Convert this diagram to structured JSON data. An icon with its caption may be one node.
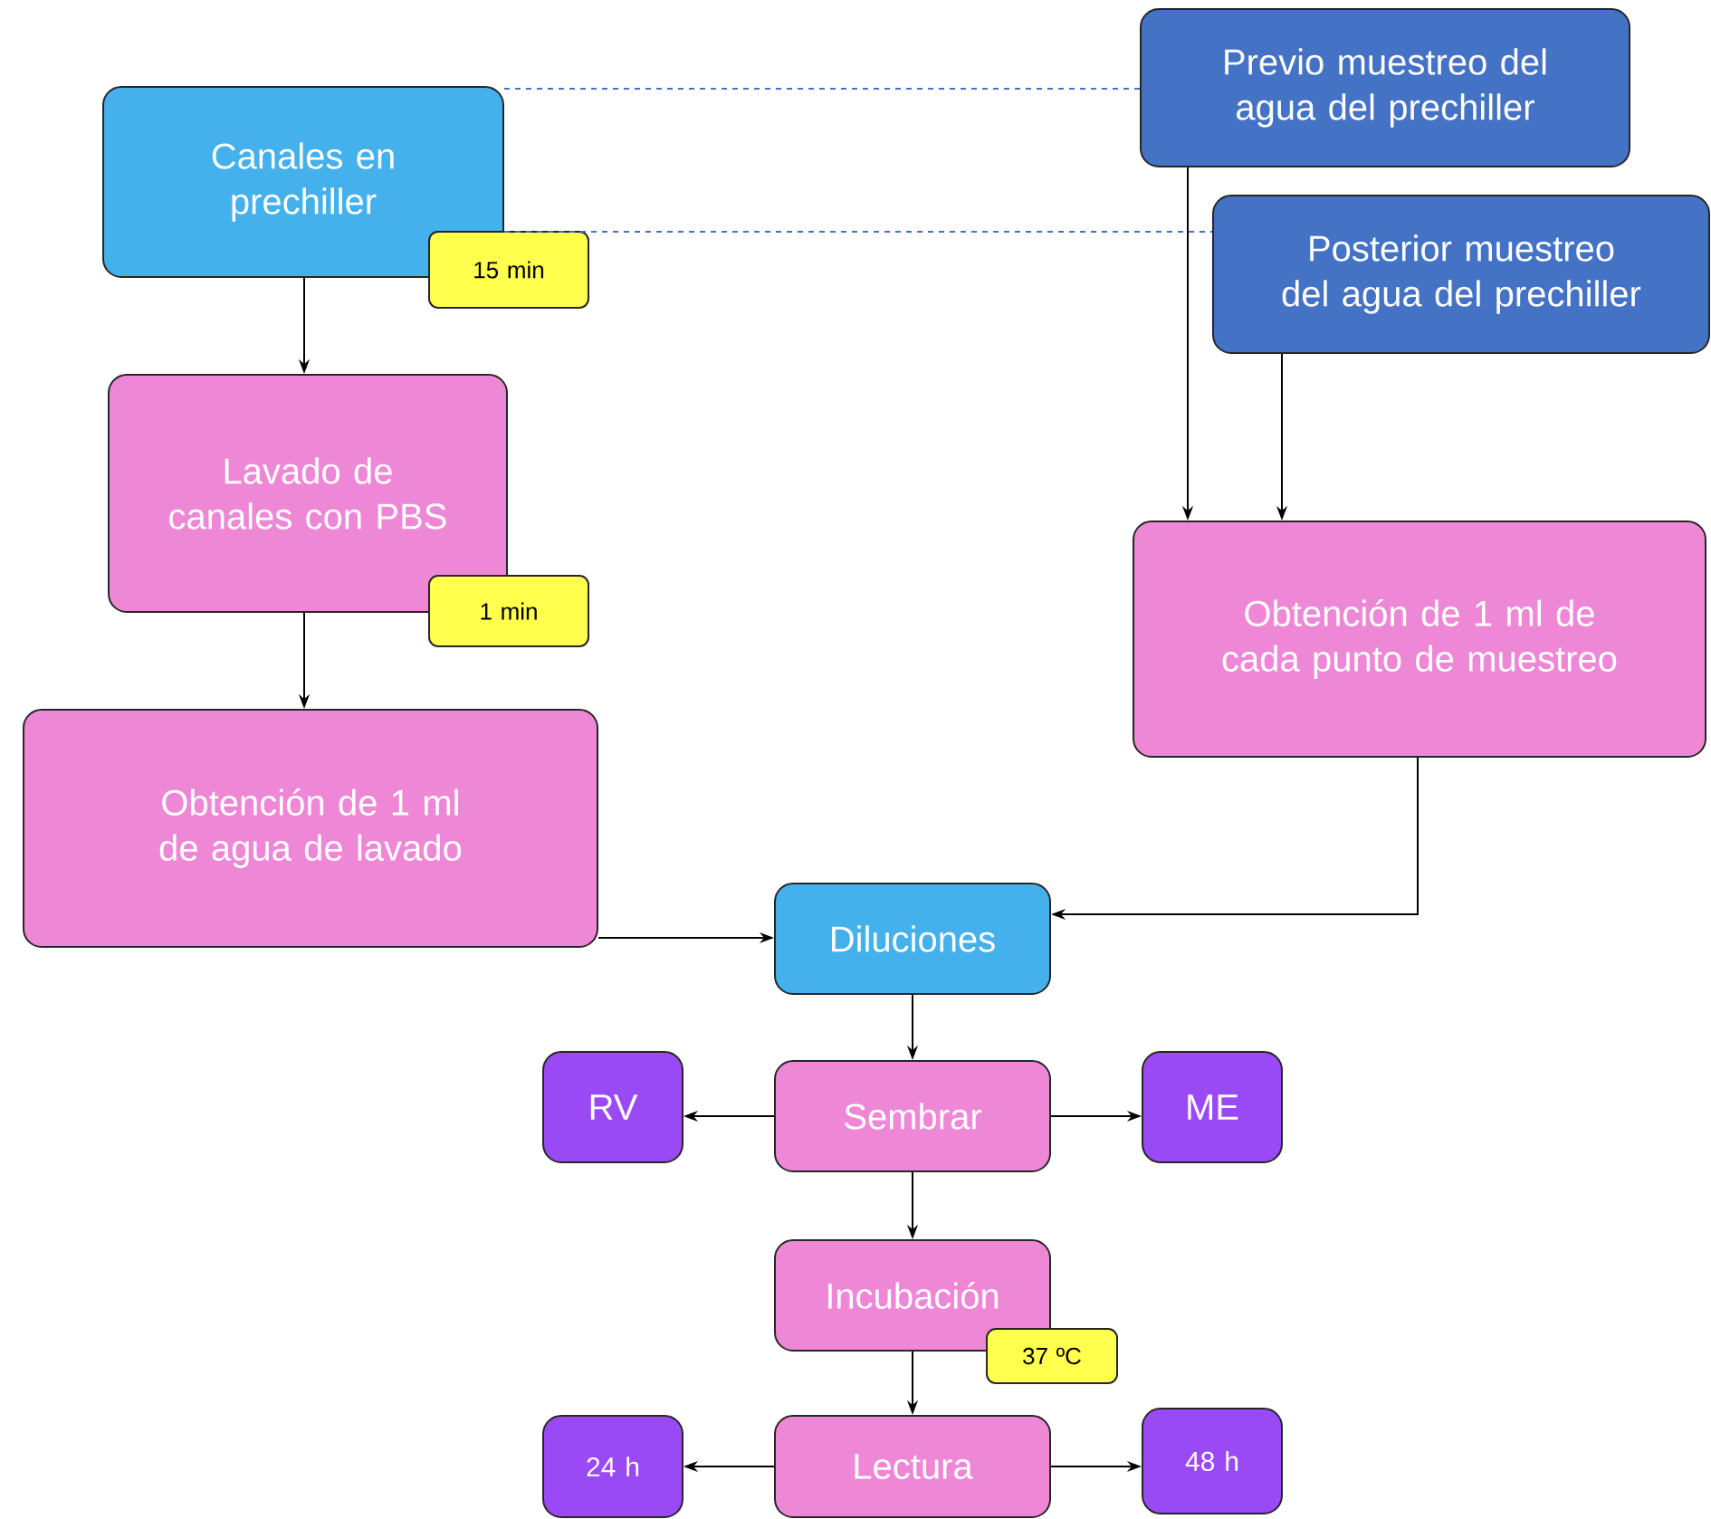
{
  "diagram": {
    "nodes": [
      {
        "text": [
          "Canales en prechiller"
        ]
      },
      {
        "text": [
          "15 min"
        ]
      },
      {
        "text": [
          "Previo muestreo del agua del prechiller"
        ]
      },
      {
        "text": [
          "Posterior muestreo del agua del prechiller"
        ]
      },
      {
        "text": [
          "Lavado de canales con PBS"
        ]
      },
      {
        "text": [
          "1 min"
        ]
      },
      {
        "text": [
          "Obtención de 1 ml de cada punto de muestreo"
        ]
      },
      {
        "text": [
          "Obtención de 1 ml de agua de lavado"
        ]
      },
      {
        "text": [
          "Diluciones"
        ]
      },
      {
        "text": [
          "RV"
        ]
      },
      {
        "text": [
          "Sembrar"
        ]
      },
      {
        "text": [
          "ME"
        ]
      },
      {
        "text": [
          "Incubación"
        ]
      },
      {
        "text": [
          "37 ºC"
        ]
      },
      {
        "text": [
          "24 h"
        ]
      },
      {
        "text": [
          "Lectura"
        ]
      },
      {
        "text": [
          "48 h"
        ]
      }
    ],
    "edges": [
      {
        "from": 0,
        "to": 2,
        "arrow": "none",
        "style": "dashed",
        "color": "#4472c4"
      },
      {
        "from": 0,
        "to": 3,
        "arrow": "none",
        "style": "dashed",
        "color": "#4472c4"
      },
      {
        "from": 0,
        "to": 4,
        "arrow": "to"
      },
      {
        "from": 4,
        "to": 7,
        "arrow": "to"
      },
      {
        "from": 2,
        "to": 6,
        "arrow": "to"
      },
      {
        "from": 3,
        "to": 6,
        "arrow": "to"
      },
      {
        "from": 7,
        "to": 8,
        "arrow": "to"
      },
      {
        "from": 6,
        "to": 8,
        "arrow": "to"
      },
      {
        "from": 8,
        "to": 10,
        "arrow": "to"
      },
      {
        "from": 10,
        "to": 9,
        "arrow": "to"
      },
      {
        "from": 10,
        "to": 11,
        "arrow": "to"
      },
      {
        "from": 10,
        "to": 12,
        "arrow": "to"
      },
      {
        "from": 12,
        "to": 15,
        "arrow": "to"
      },
      {
        "from": 15,
        "to": 14,
        "arrow": "to"
      },
      {
        "from": 15,
        "to": 16,
        "arrow": "to"
      }
    ]
  }
}
